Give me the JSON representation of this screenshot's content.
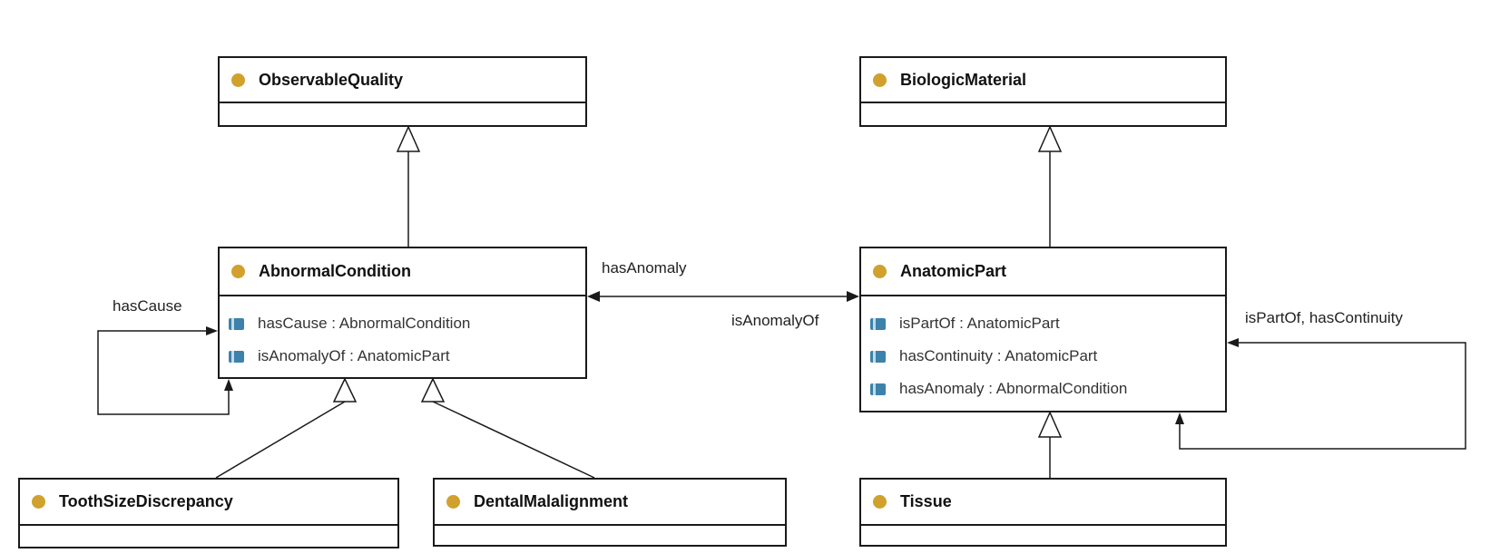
{
  "diagram": {
    "title": "UML class diagram",
    "colors": {
      "background": "#ffffff",
      "box_border": "#1a1a1a",
      "edge_line": "#1a1a1a",
      "class_icon": "#d0a12c",
      "attribute_icon": "#3c82aa",
      "class_name_text": "#111111",
      "attribute_text": "#333333",
      "edge_label_text": "#222222"
    },
    "icons": {
      "class_icon": "filled-gold-circle",
      "attribute_icon": "blue-property-rectangle"
    }
  },
  "classes": {
    "observable_quality": {
      "name": "ObservableQuality",
      "attributes": []
    },
    "biologic_material": {
      "name": "BiologicMaterial",
      "attributes": []
    },
    "abnormal_condition": {
      "name": "AbnormalCondition",
      "attributes": [
        "hasCause : AbnormalCondition",
        "isAnomalyOf : AnatomicPart"
      ]
    },
    "anatomic_part": {
      "name": "AnatomicPart",
      "attributes": [
        "isPartOf : AnatomicPart",
        "hasContinuity : AnatomicPart",
        "hasAnomaly : AbnormalCondition"
      ]
    },
    "tooth_size_discrepancy": {
      "name": "ToothSizeDiscrepancy",
      "attributes": []
    },
    "dental_malalignment": {
      "name": "DentalMalalignment",
      "attributes": []
    },
    "tissue": {
      "name": "Tissue",
      "attributes": []
    }
  },
  "edges": {
    "labels": {
      "has_anomaly": "hasAnomaly",
      "is_anomaly_of": "isAnomalyOf",
      "has_cause": "hasCause",
      "is_part_of_has_continuity": "isPartOf, hasContinuity"
    },
    "generalizations": [
      {
        "from": "AbnormalCondition",
        "to": "ObservableQuality"
      },
      {
        "from": "AnatomicPart",
        "to": "BiologicMaterial"
      },
      {
        "from": "ToothSizeDiscrepancy",
        "to": "AbnormalCondition"
      },
      {
        "from": "DentalMalalignment",
        "to": "AbnormalCondition"
      },
      {
        "from": "Tissue",
        "to": "AnatomicPart"
      }
    ],
    "associations": [
      {
        "label": "hasAnomaly",
        "from": "AnatomicPart",
        "to": "AbnormalCondition"
      },
      {
        "label": "isAnomalyOf",
        "from": "AbnormalCondition",
        "to": "AnatomicPart"
      },
      {
        "label": "hasCause",
        "from": "AbnormalCondition",
        "to": "AbnormalCondition"
      },
      {
        "label": "isPartOf, hasContinuity",
        "from": "AnatomicPart",
        "to": "AnatomicPart"
      }
    ]
  }
}
